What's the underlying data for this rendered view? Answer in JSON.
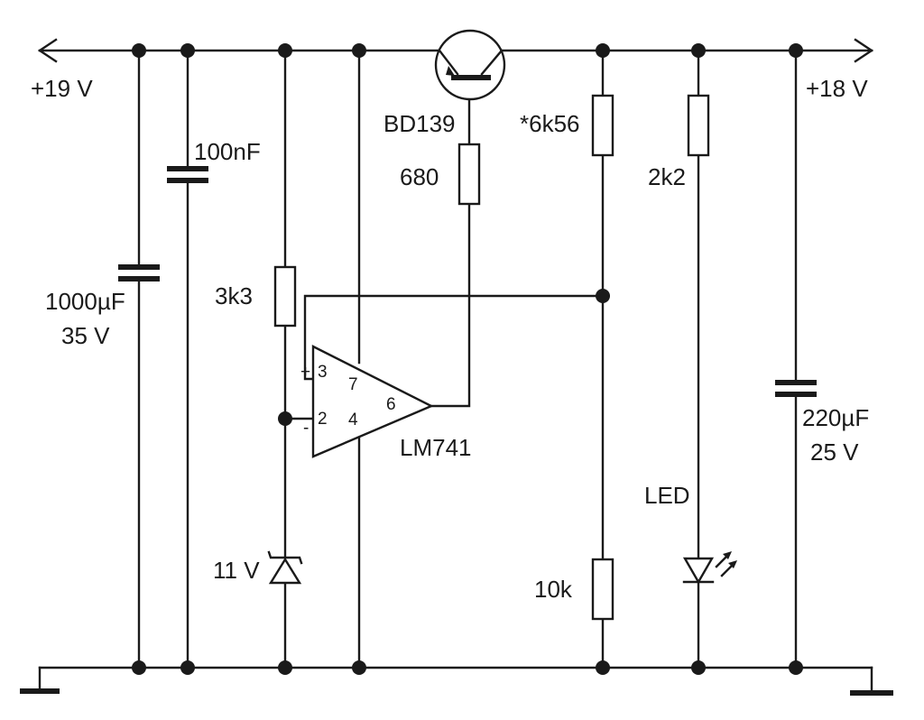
{
  "rails": {
    "input_voltage": "+19 V",
    "output_voltage": "+18 V"
  },
  "components": {
    "input_capacitor": {
      "value": "1000µF",
      "rating": "35 V"
    },
    "decoupling_capacitor": {
      "value": "100nF"
    },
    "zener_bias_resistor": {
      "value": "3k3"
    },
    "zener_diode": {
      "value": "11 V"
    },
    "base_resistor": {
      "value": "680"
    },
    "transistor": {
      "part": "BD139"
    },
    "opamp": {
      "part": "LM741",
      "pins": {
        "noninv": "3",
        "inv": "2",
        "vplus": "7",
        "vminus": "4",
        "out": "6"
      },
      "signs": {
        "plus": "+",
        "minus": "-"
      }
    },
    "divider_upper_resistor": {
      "value": "*6k56"
    },
    "divider_lower_resistor": {
      "value": "10k"
    },
    "led_resistor": {
      "value": "2k2"
    },
    "led": {
      "label": "LED"
    },
    "output_capacitor": {
      "value": "220µF",
      "rating": "25 V"
    }
  }
}
